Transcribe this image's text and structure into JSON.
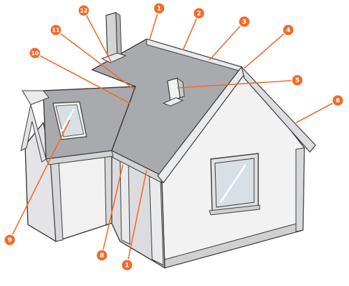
{
  "diagram": {
    "colors": {
      "callout": "#f26b2a",
      "roof_surface": "#a9aaad",
      "trim_light": "#e9eaec",
      "wall": "#f2f2f2",
      "outline": "#3b3b3b",
      "glass": "#d8e0e6"
    },
    "callouts": [
      {
        "id": "c1-top",
        "label": "1"
      },
      {
        "id": "c2",
        "label": "2"
      },
      {
        "id": "c3",
        "label": "3"
      },
      {
        "id": "c4",
        "label": "4"
      },
      {
        "id": "c5",
        "label": "5"
      },
      {
        "id": "c6",
        "label": "6"
      },
      {
        "id": "c1-bottom",
        "label": "1"
      },
      {
        "id": "c8",
        "label": "8"
      },
      {
        "id": "c9",
        "label": "9"
      },
      {
        "id": "c10",
        "label": "10"
      },
      {
        "id": "c11",
        "label": "11"
      },
      {
        "id": "c12",
        "label": "12"
      }
    ]
  }
}
